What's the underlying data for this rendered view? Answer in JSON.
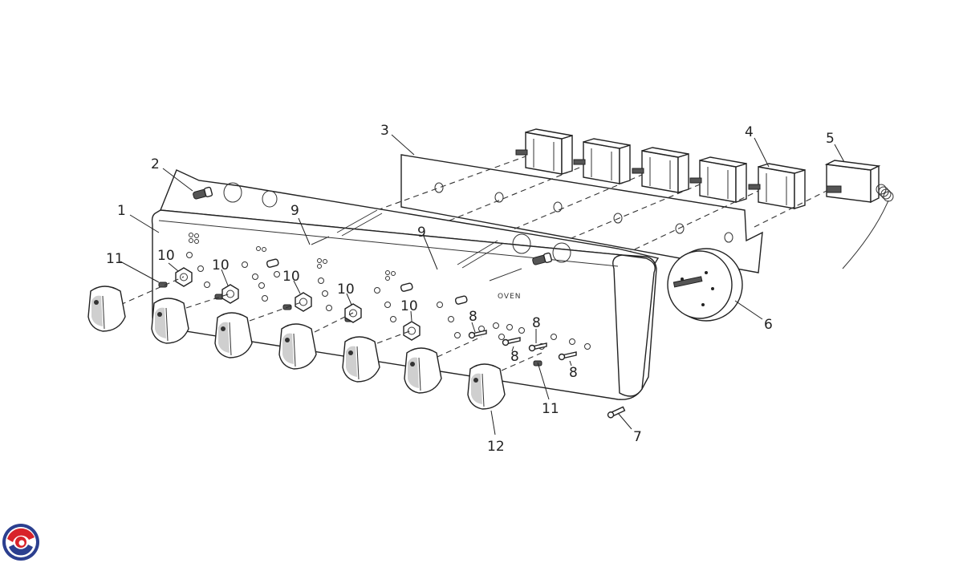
{
  "diagram": {
    "panel_marking": "OVEN",
    "callouts": [
      {
        "id": "c1",
        "label": "1"
      },
      {
        "id": "c2",
        "label": "2"
      },
      {
        "id": "c3",
        "label": "3"
      },
      {
        "id": "c4",
        "label": "4"
      },
      {
        "id": "c5",
        "label": "5"
      },
      {
        "id": "c6",
        "label": "6"
      },
      {
        "id": "c7",
        "label": "7"
      },
      {
        "id": "c8a",
        "label": "8"
      },
      {
        "id": "c8b",
        "label": "8"
      },
      {
        "id": "c8c",
        "label": "8"
      },
      {
        "id": "c8d",
        "label": "8"
      },
      {
        "id": "c9a",
        "label": "9"
      },
      {
        "id": "c9b",
        "label": "9"
      },
      {
        "id": "c10a",
        "label": "10"
      },
      {
        "id": "c10b",
        "label": "10"
      },
      {
        "id": "c10c",
        "label": "10"
      },
      {
        "id": "c10d",
        "label": "10"
      },
      {
        "id": "c10e",
        "label": "10"
      },
      {
        "id": "c11a",
        "label": "11"
      },
      {
        "id": "c11b",
        "label": "11"
      },
      {
        "id": "c12",
        "label": "12"
      }
    ]
  },
  "brand": {
    "logo_icon": "brand-swirl-logo",
    "colors": {
      "red": "#d8232a",
      "blue": "#2b3f8f"
    }
  }
}
